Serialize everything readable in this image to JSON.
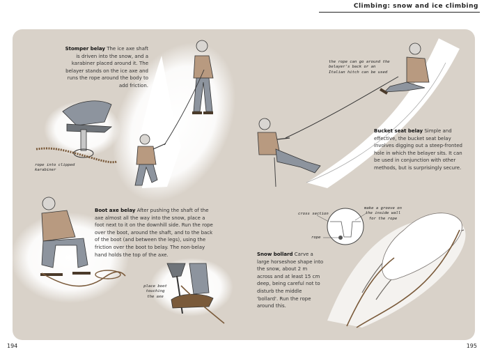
{
  "header": {
    "title": "Climbing: snow and ice climbing"
  },
  "sections": {
    "stomper": {
      "title": "Stomper belay",
      "body": "The ice axe shaft is driven into the snow, and a karabiner placed around it. The belayer stands on the ice axe and runs the rope around the body to add friction."
    },
    "bucket": {
      "title": "Bucket seat belay",
      "body": "Simple and effective, the bucket seat belay involves digging out a steep-fronted hole in which the belayer sits. It can be used in conjunction with other methods, but is surprisingly secure."
    },
    "boot": {
      "title": "Boot axe belay",
      "body": "After pushing the shaft of the axe almost all the way into the snow, place a foot next to it on the downhill side. Run the rope over the boot, around the shaft, and to the back of the boot (and between the legs), using the friction over the boot to belay. The non-belay hand holds the top of the axe."
    },
    "bollard": {
      "title": "Snow bollard",
      "body": "Carve a large horseshoe shape into the snow, about 2 m across and at least 15 cm deep, being careful not to disturb the middle 'bollard'. Run the rope around this."
    }
  },
  "notes": {
    "rope_clipped": "rope into clipped karabiner",
    "rope_around": "the rope can go around the belayer's back or an Italian hitch can be used",
    "cross_section": "cross section",
    "rope": "rope",
    "groove": "make a groove on the inside wall for the rope",
    "boot_touching": "place boot touching the axe"
  },
  "pages": {
    "left": "194",
    "right": "195"
  }
}
